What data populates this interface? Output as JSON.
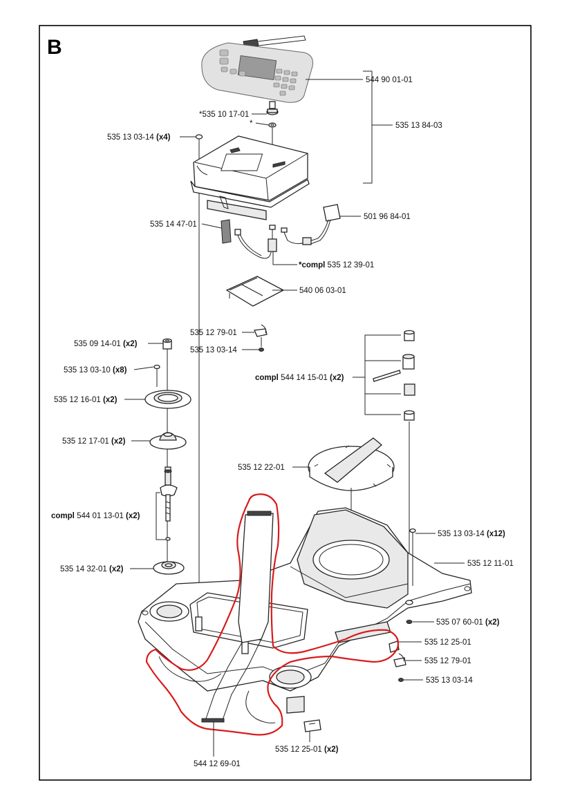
{
  "section_letter": "B",
  "colors": {
    "annotation": "#d81b1b",
    "line": "#222222",
    "display_panel": "#e2e2e2"
  },
  "labels": [
    {
      "id": "membrane-keypad",
      "text": "544 90 01-01",
      "bold": ""
    },
    {
      "id": "display-assembly",
      "text": "535 13 84-03",
      "bold": ""
    },
    {
      "id": "knob",
      "text": "*535 10 17-01",
      "bold": ""
    },
    {
      "id": "washer",
      "text": "*",
      "bold": ""
    },
    {
      "id": "screw-top",
      "text": "535 13 03-14 ",
      "bold": "(x4)"
    },
    {
      "id": "cable-bracket",
      "text": "501 96 84-01",
      "bold": ""
    },
    {
      "id": "clip",
      "text": "535 14 47-01",
      "bold": ""
    },
    {
      "id": "switch-compl",
      "text": " 535 12 39-01",
      "bold": "*compl",
      "boldfirst": true
    },
    {
      "id": "circuit-board",
      "text": "540 06 03-01",
      "bold": ""
    },
    {
      "id": "holder-a",
      "text": "535 12 79-01",
      "bold": ""
    },
    {
      "id": "screw-mid",
      "text": "535 13 03-14",
      "bold": ""
    },
    {
      "id": "spacer",
      "text": "535 09 14-01 ",
      "bold": "(x2)"
    },
    {
      "id": "screw-small",
      "text": "535 13 03-10 ",
      "bold": "(x8)"
    },
    {
      "id": "flange-top",
      "text": "535 12 16-01 ",
      "bold": "(x2)"
    },
    {
      "id": "seal",
      "text": "535 12 17-01 ",
      "bold": "(x2)"
    },
    {
      "id": "hinge-compl",
      "text": " 544 14 15-01 ",
      "bold": "(x2)",
      "boldfirst": true,
      "prefix": "compl"
    },
    {
      "id": "hatch",
      "text": "535 12 22-01",
      "bold": ""
    },
    {
      "id": "shaft-compl",
      "text": " 544 01 13-01 ",
      "bold": "(x2)",
      "boldfirst": true,
      "prefix": "compl"
    },
    {
      "id": "screw-body",
      "text": "535 13 03-14 ",
      "bold": "(x12)"
    },
    {
      "id": "chassis",
      "text": "535 12 11-01",
      "bold": ""
    },
    {
      "id": "flange-bottom",
      "text": "535 14 32-01 ",
      "bold": "(x2)"
    },
    {
      "id": "nut",
      "text": "535 07 60-01 ",
      "bold": "(x2)"
    },
    {
      "id": "plate-a",
      "text": "535 12 25-01",
      "bold": ""
    },
    {
      "id": "holder-b",
      "text": "535 12 79-01",
      "bold": ""
    },
    {
      "id": "screw-bottom",
      "text": "535 13 03-14",
      "bold": ""
    },
    {
      "id": "plate-b",
      "text": "535 12 25-01 ",
      "bold": "(x2)"
    },
    {
      "id": "ribbon-cable",
      "text": "544 12 69-01",
      "bold": ""
    }
  ]
}
